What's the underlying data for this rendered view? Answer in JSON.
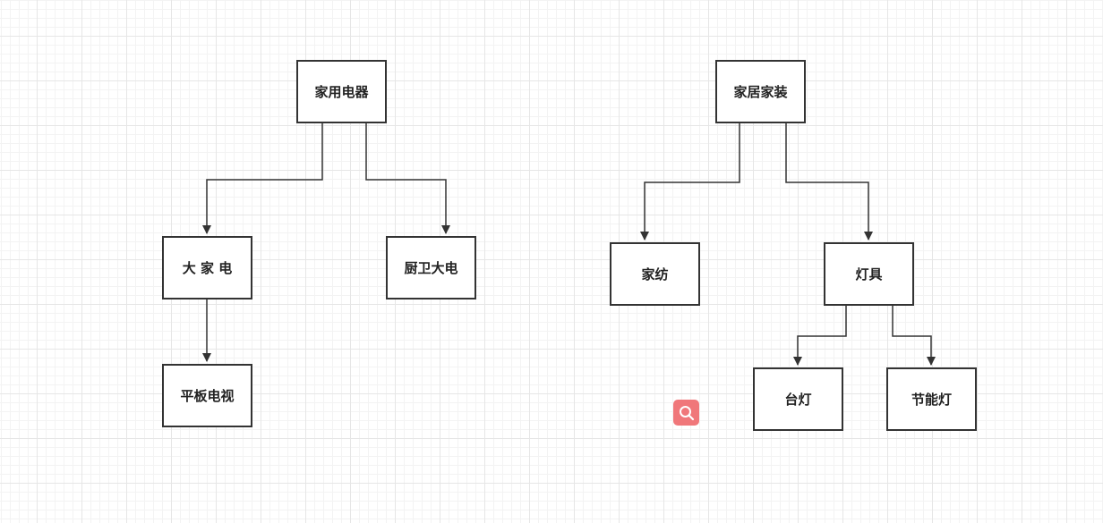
{
  "diagram": {
    "nodes": {
      "appliances": "家用电器",
      "large_appliances": "大 家 电",
      "kitchen_bath": "厨卫大电",
      "flat_tv": "平板电视",
      "home_decor": "家居家装",
      "textiles": "家纺",
      "lighting": "灯具",
      "desk_lamp": "台灯",
      "energy_lamp": "节能灯"
    },
    "colors": {
      "stroke": "#333333",
      "grid": "#e6e6e6",
      "search_button": "#f0777a"
    }
  },
  "toolbar": {
    "search_icon": "search-icon"
  }
}
